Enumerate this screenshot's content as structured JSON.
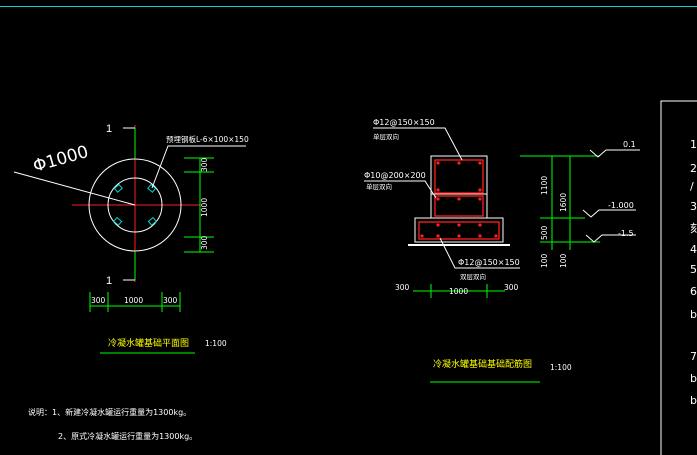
{
  "colors": {
    "background": "#000000",
    "dimension": "#00ff00",
    "outline": "#ffffff",
    "axis": "#ff2020",
    "rebar": "#ff2020",
    "annotation": "#ffffff",
    "titles": "#ffff00",
    "accent_cyan": "#00d8d8"
  },
  "plan": {
    "diameter_label": "Φ1000",
    "axis_mark_top": "1",
    "axis_mark_bottom": "1",
    "embed_label": "预埋钢板L-6×100×150",
    "dims_right": [
      "300",
      "1000",
      "300"
    ],
    "dims_bottom": [
      "300",
      "1000",
      "300"
    ],
    "title": "冷凝水罐基础平面图",
    "scale": "1:100"
  },
  "section": {
    "rebar_top": "Φ12@150×150",
    "rebar_top_note": "单层双向",
    "rebar_mid": "Φ10@200×200",
    "rebar_mid_note": "单层双向",
    "rebar_bottom": "Φ12@150×150",
    "rebar_bottom_note": "双层双向",
    "elev_top": "0.1",
    "elev_mid": "-1.000",
    "elev_bottom": "-1.5",
    "dims_vert_inner": [
      "1100",
      "500",
      "100"
    ],
    "dims_vert_outer": [
      "1600",
      "100"
    ],
    "dims_bottom": [
      "300",
      "1000",
      "300"
    ],
    "title": "冷凝水罐基础基础配筋图",
    "scale": "1:100"
  },
  "notes": {
    "line1": "说明：1、新建冷凝水罐运行重量为1300kg。",
    "line2": "2、原式冷凝水罐运行重量为1300kg。"
  },
  "right_panel": {
    "digits": [
      "1",
      "2",
      "/",
      "3",
      "刻",
      "4",
      "5",
      "6",
      "b",
      "7",
      "b",
      "b"
    ]
  }
}
